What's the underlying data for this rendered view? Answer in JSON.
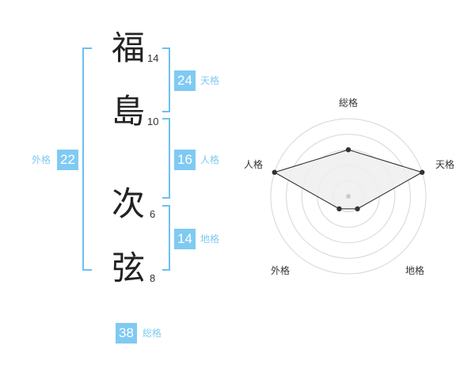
{
  "name": {
    "chars": [
      {
        "char": "福",
        "strokes": "14"
      },
      {
        "char": "島",
        "strokes": "10"
      },
      {
        "char": "次",
        "strokes": "6"
      },
      {
        "char": "弦",
        "strokes": "8"
      }
    ]
  },
  "fortunes": {
    "tenkaku": {
      "value": "24",
      "label": "天格"
    },
    "jinkaku": {
      "value": "16",
      "label": "人格"
    },
    "chikaku": {
      "value": "14",
      "label": "地格"
    },
    "gaikaku": {
      "value": "22",
      "label": "外格"
    },
    "soukaku": {
      "value": "38",
      "label": "総格"
    }
  },
  "chart_data": {
    "type": "radar",
    "axes": [
      "総格",
      "天格",
      "地格",
      "外格",
      "人格"
    ],
    "values": [
      3,
      5,
      1,
      1,
      5
    ],
    "max": 5,
    "rings": 5
  },
  "colors": {
    "accent": "#7fcaf3",
    "bracket": "#6cc1f0",
    "polygon_fill": "#eeeeee",
    "polygon_stroke": "#222222"
  }
}
